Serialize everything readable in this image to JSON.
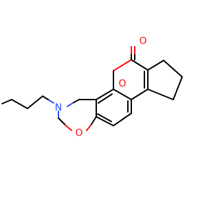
{
  "molecule": {
    "atoms": {
      "ring_oxygen": {
        "symbol": "O",
        "color": "#ff0d0d"
      },
      "lactone_oxygen": {
        "symbol": "O",
        "color": "#ff0d0d"
      },
      "carbonyl_oxygen": {
        "symbol": "O",
        "color": "#ff0d0d"
      },
      "amine_nitrogen": {
        "symbol": "N",
        "color": "#2f50f8"
      }
    },
    "bond_color": "#000000",
    "background": "#ffffff"
  }
}
